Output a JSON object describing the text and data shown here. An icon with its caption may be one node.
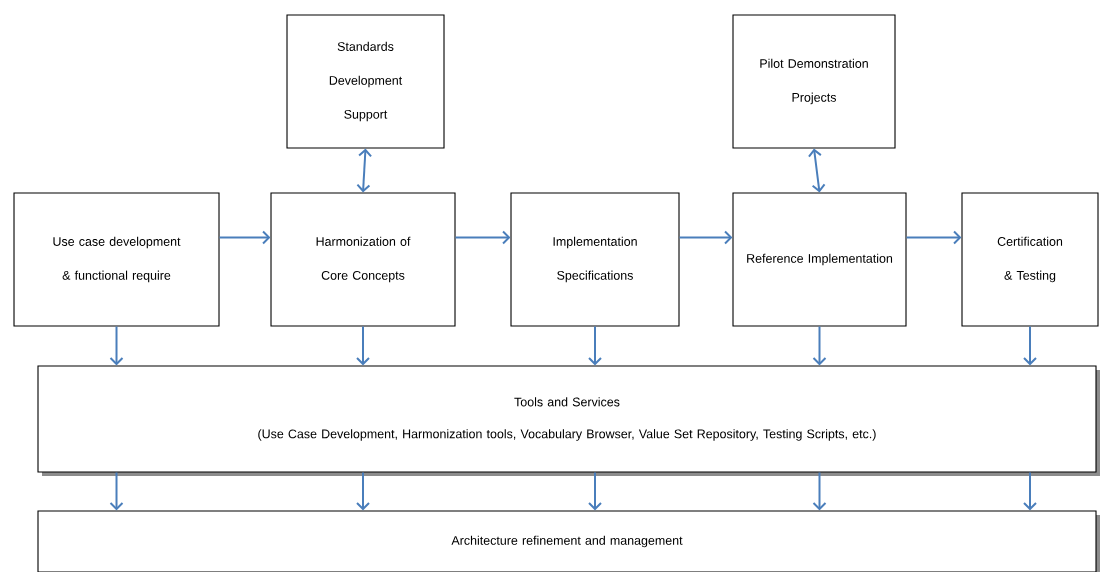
{
  "diagram": {
    "nodes": [
      {
        "text": [
          "Standards Development Support"
        ]
      },
      {
        "text": [
          "Pilot Demonstration Projects"
        ]
      },
      {
        "text": [
          "Use case development & functional require"
        ]
      },
      {
        "text": [
          "Harmonization of Core Concepts"
        ]
      },
      {
        "text": [
          "Implementation Specifications"
        ]
      },
      {
        "text": [
          "Reference Implementation"
        ]
      },
      {
        "text": [
          "Certification & Testing"
        ]
      },
      {
        "text": [
          "Tools and Services",
          "(Use Case Development, Harmonization tools, Vocabulary Browser, Value Set Repository, Testing Scripts, etc.)"
        ]
      },
      {
        "text": [
          "Architecture refinement and management"
        ]
      }
    ],
    "edges": [
      {
        "from": 0,
        "to": 3,
        "arrow": "both"
      },
      {
        "from": 1,
        "to": 5,
        "arrow": "both"
      },
      {
        "from": 2,
        "to": 3,
        "arrow": "to"
      },
      {
        "from": 3,
        "to": 4,
        "arrow": "to"
      },
      {
        "from": 4,
        "to": 5,
        "arrow": "to"
      },
      {
        "from": 5,
        "to": 6,
        "arrow": "to"
      },
      {
        "from": 2,
        "to": 7,
        "arrow": "to"
      },
      {
        "from": 3,
        "to": 7,
        "arrow": "to"
      },
      {
        "from": 4,
        "to": 7,
        "arrow": "to"
      },
      {
        "from": 5,
        "to": 7,
        "arrow": "to"
      },
      {
        "from": 6,
        "to": 7,
        "arrow": "to"
      },
      {
        "from": 7,
        "to": 8,
        "arrow": "to"
      },
      {
        "from": 7,
        "to": 8,
        "arrow": "to"
      },
      {
        "from": 7,
        "to": 8,
        "arrow": "to"
      },
      {
        "from": 7,
        "to": 8,
        "arrow": "to"
      },
      {
        "from": 7,
        "to": 8,
        "arrow": "to"
      }
    ]
  }
}
